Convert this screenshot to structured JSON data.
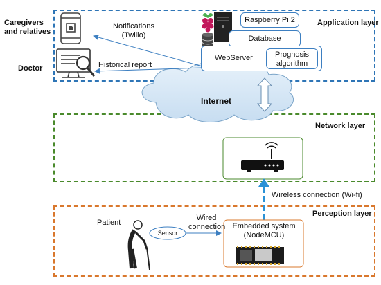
{
  "application_layer": {
    "title": "Application layer",
    "caregivers_label": "Caregivers and relatives",
    "doctor_label": "Doctor",
    "notifications_label": "Notifications (Twilio)",
    "historical_report_label": "Historical report",
    "raspberry_label": "Raspberry Pi 2",
    "database_label": "Database",
    "webserver_label": "WebServer",
    "prognosis_label": "Prognosis algorithm"
  },
  "internet_label": "Internet",
  "network_layer": {
    "title": "Network layer"
  },
  "wireless_label": "Wireless connection (Wi-fi)",
  "perception_layer": {
    "title": "Perception layer",
    "patient_label": "Patient",
    "sensor_label": "Sensor",
    "wired_label": "Wired connection",
    "embedded_label": "Embedded system (NodeMCU)"
  },
  "colors": {
    "application_border": "#2e75b6",
    "network_border": "#4a8a2c",
    "perception_border": "#d9782d",
    "cloud_fill": "#d6e8f6"
  }
}
